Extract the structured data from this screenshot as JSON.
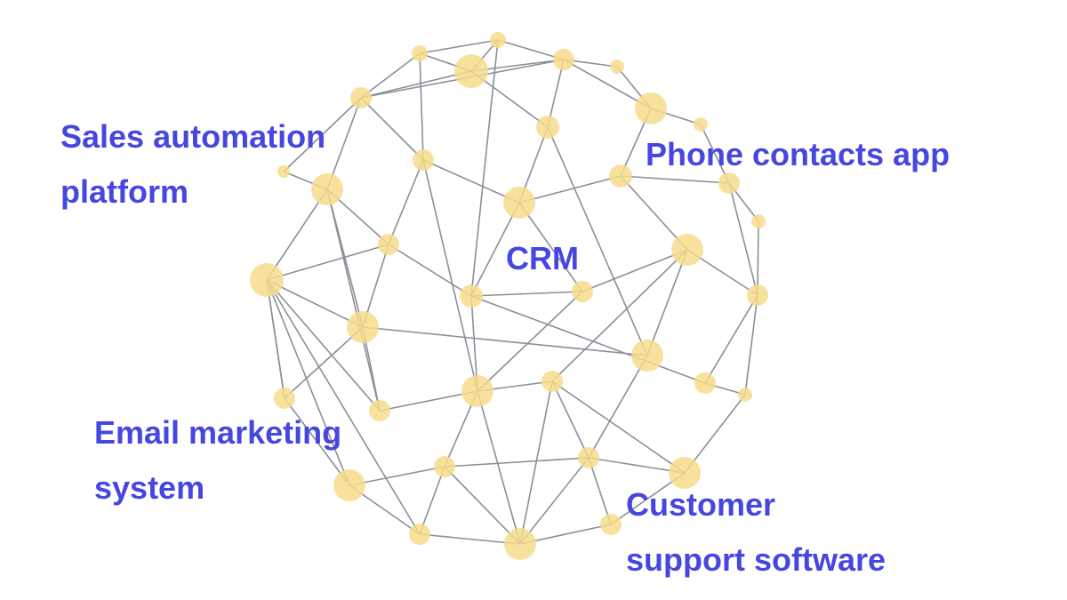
{
  "colors": {
    "label": "#4646E0",
    "node": "#F7DC8C",
    "edge": "#8A8F98"
  },
  "labels": {
    "sales": [
      "Sales automation",
      "platform"
    ],
    "phone": "Phone contacts app",
    "crm": "CRM",
    "email": [
      "Email marketing",
      "system"
    ],
    "support": [
      "Customer",
      "support software"
    ]
  }
}
